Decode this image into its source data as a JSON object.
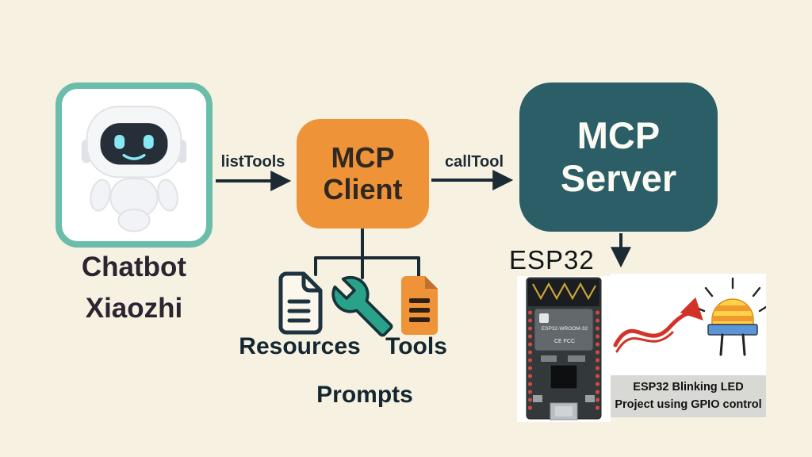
{
  "app": {
    "type": "mcp-architecture-diagram"
  },
  "chatbot": {
    "name_line1": "Chatbot",
    "name_line2": "Xiaozhi"
  },
  "mcp_client": {
    "line1": "MCP",
    "line2": "Client"
  },
  "mcp_server": {
    "line1": "MCP",
    "line2": "Server"
  },
  "arrows": {
    "list_tools": "listTools",
    "call_tool": "callTool"
  },
  "capabilities": {
    "resources": "Resources",
    "tools": "Tools",
    "prompts": "Prompts"
  },
  "esp32": {
    "label": "ESP32",
    "module_text": "ESP32-WROOM-32",
    "cert_marks": "CE  FCC",
    "caption_line1": "ESP32 Blinking LED",
    "caption_line2": "Project using GPIO control"
  },
  "colors": {
    "background": "#f7f1e2",
    "chatbot_border": "#6abcab",
    "client_orange": "#ef9338",
    "server_teal": "#2b5e66",
    "wrench_teal": "#2aa189",
    "arrow_dark": "#1c2b33",
    "led_arrow_red": "#d23328"
  }
}
